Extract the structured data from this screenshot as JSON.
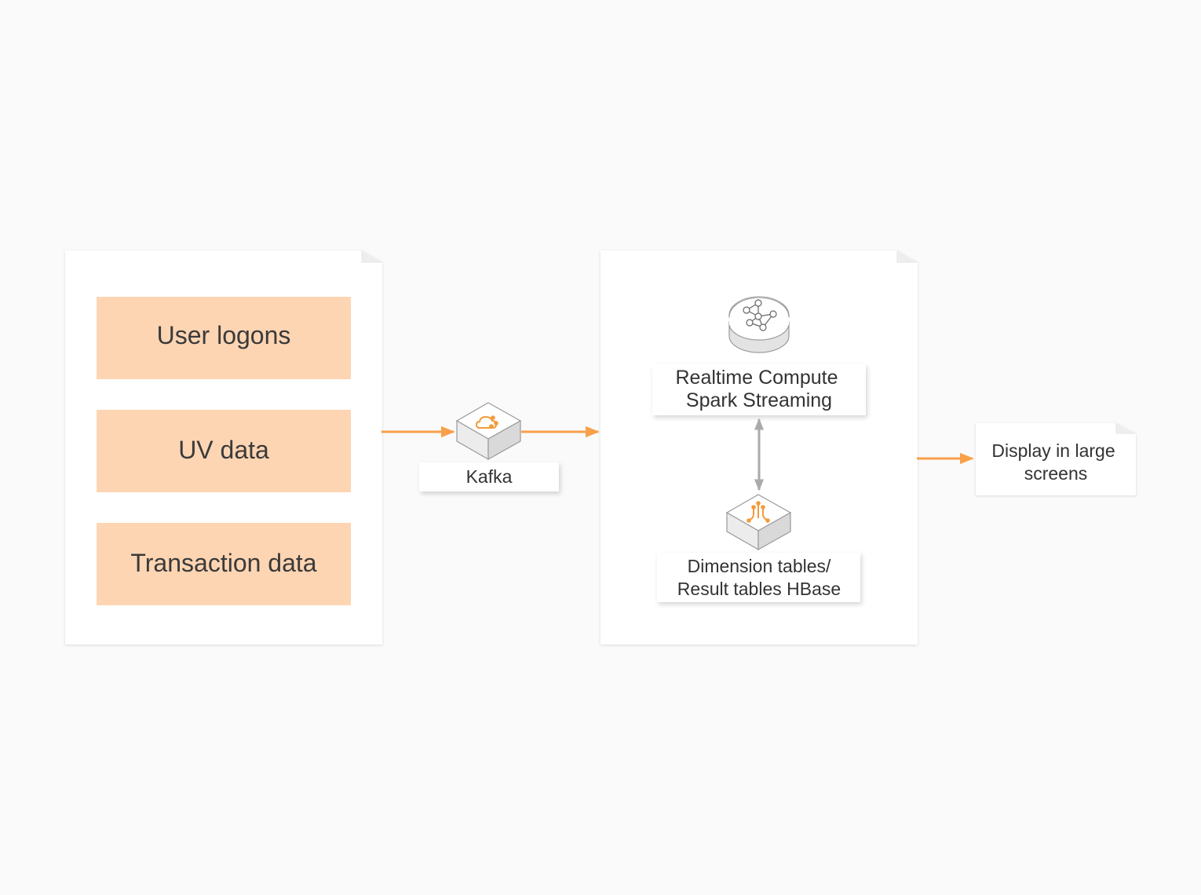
{
  "sources": {
    "items": [
      {
        "label": "User logons"
      },
      {
        "label": "UV data"
      },
      {
        "label": "Transaction data"
      }
    ]
  },
  "kafka": {
    "label": "Kafka"
  },
  "compute": {
    "realtime": {
      "line1": "Realtime Compute",
      "line2": "Spark Streaming"
    },
    "hbase": {
      "line1": "Dimension tables/",
      "line2": "Result tables HBase"
    }
  },
  "display": {
    "line1": "Display in large",
    "line2": "screens"
  },
  "colors": {
    "background": "#fafafa",
    "source_fill": "#fed5b3",
    "flow_arrow": "#f9a04a",
    "bidirectional_arrow": "#aaaaaa",
    "icon_accent": "#f39a3a",
    "panel_fill": "#ffffff"
  }
}
